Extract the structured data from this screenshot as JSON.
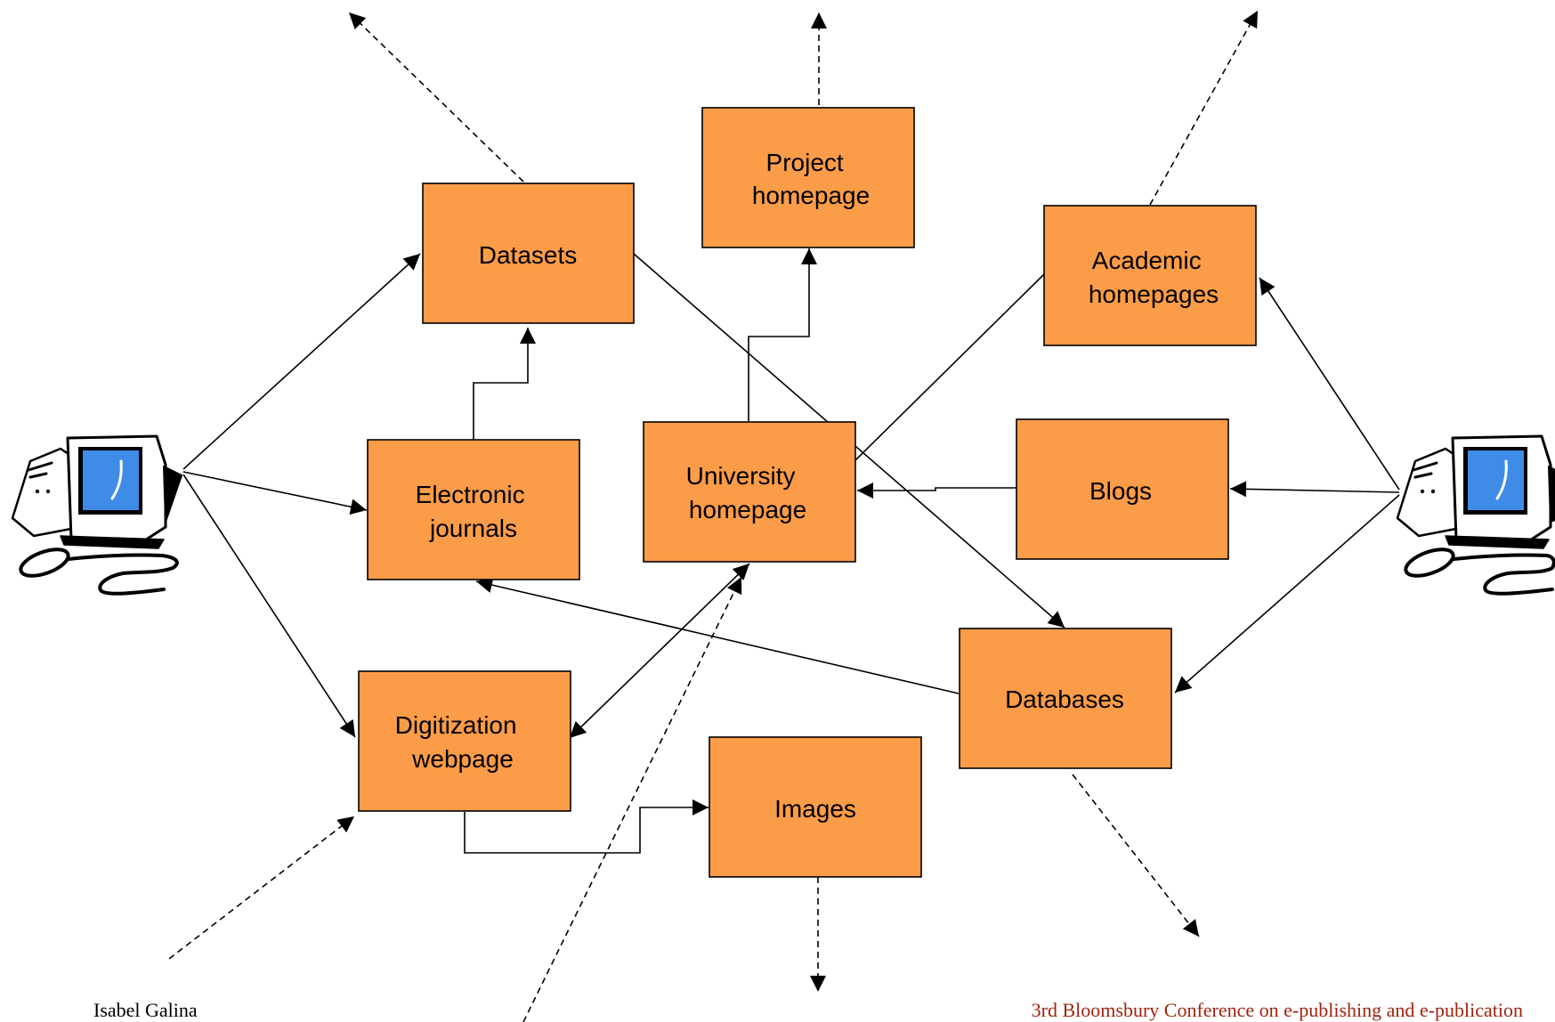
{
  "nodes": {
    "datasets": {
      "lines": [
        "Datasets"
      ]
    },
    "project_homepage": {
      "lines": [
        "Project",
        "homepage"
      ]
    },
    "academic_homepages": {
      "lines": [
        "Academic",
        "homepages"
      ]
    },
    "electronic_journals": {
      "lines": [
        "Electronic",
        "journals"
      ]
    },
    "university_homepage": {
      "lines": [
        "University",
        "homepage"
      ]
    },
    "blogs": {
      "lines": [
        "Blogs"
      ]
    },
    "databases": {
      "lines": [
        "Databases"
      ]
    },
    "digitization_webpage": {
      "lines": [
        "Digitization",
        "webpage"
      ]
    },
    "images": {
      "lines": [
        "Images"
      ]
    }
  },
  "users": {
    "left": {
      "icon": "computer-user-icon"
    },
    "right": {
      "icon": "computer-user-icon"
    }
  },
  "footer": {
    "left": "Isabel Galina",
    "right": "3rd Bloomsbury Conference on e-publishing and e-publication"
  },
  "colors": {
    "node_fill": "#FB9C48",
    "footer_right": "#A0230F",
    "screen": "#3F8BE8"
  }
}
